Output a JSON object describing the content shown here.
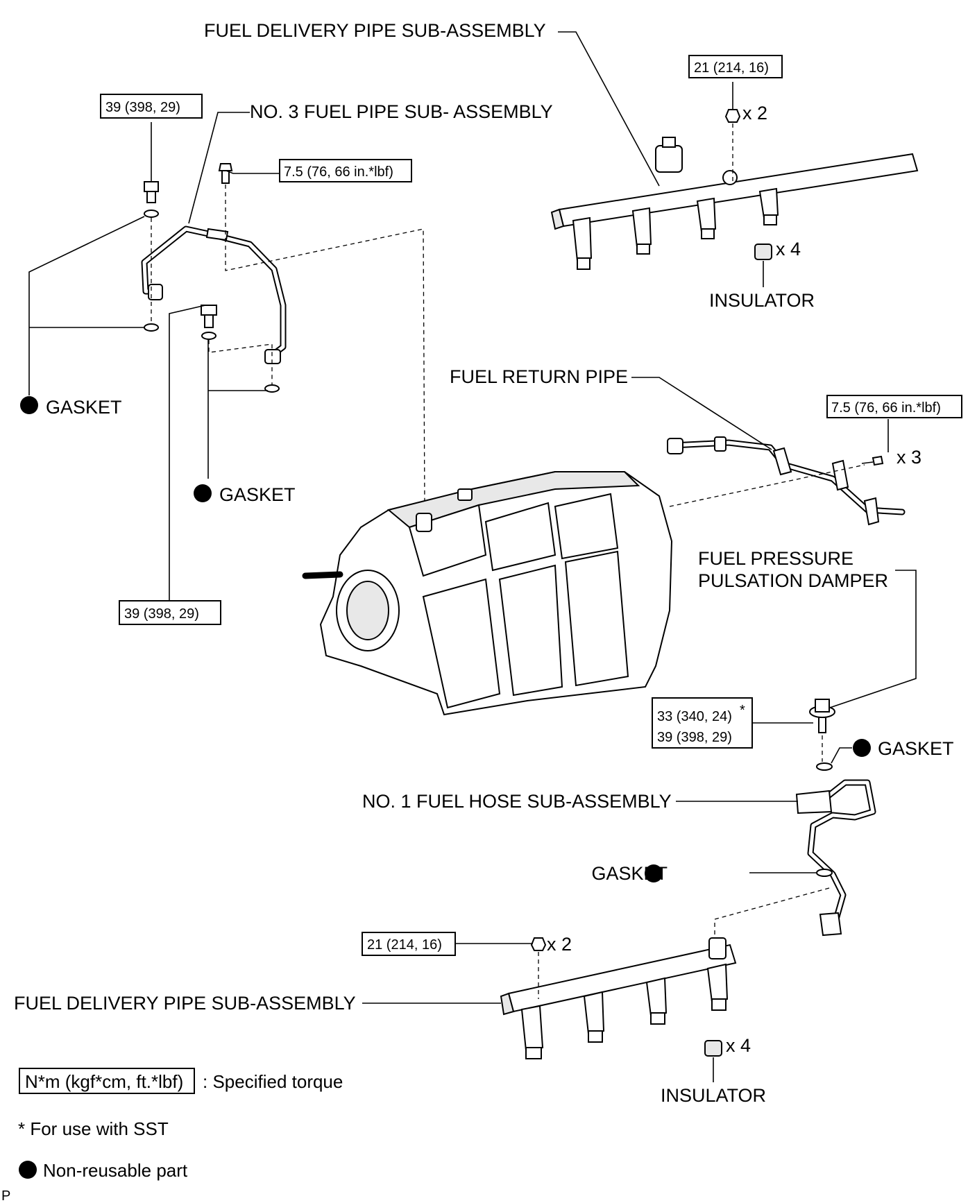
{
  "labels": {
    "fuel_delivery_pipe_top": "FUEL DELIVERY PIPE SUB-ASSEMBLY",
    "no3_fuel_pipe": "NO. 3 FUEL PIPE SUB- ASSEMBLY",
    "insulator_top": "INSULATOR",
    "insulator_top_qty": "x 4",
    "nut_top_qty": "x 2",
    "gasket_left": "GASKET",
    "gasket_mid": "GASKET",
    "fuel_return_pipe": "FUEL RETURN PIPE",
    "return_bolt_qty": "x 3",
    "pulsation_damper_1": "FUEL PRESSURE",
    "pulsation_damper_2": "PULSATION DAMPER",
    "gasket_right": "GASKET",
    "no1_fuel_hose": "NO. 1 FUEL HOSE SUB-ASSEMBLY",
    "gasket_lower": "GASKET",
    "nut_bottom_qty": "x 2",
    "fuel_delivery_pipe_bottom": "FUEL DELIVERY PIPE SUB-ASSEMBLY",
    "insulator_bottom": "INSULATOR",
    "insulator_bottom_qty": "x 4",
    "corner_mark": "P"
  },
  "torques": {
    "top_nut": "21 (214, 16)",
    "left_bolt_top": "39 (398, 29)",
    "no3_pipe_bolt": "7.5 (76, 66 in.*lbf)",
    "left_bolt_bottom": "39 (398, 29)",
    "return_pipe_bolt": "7.5 (76, 66 in.*lbf)",
    "damper_sst": "33 (340, 24)",
    "damper_sst_mark": "*",
    "damper_normal": "39 (398, 29)",
    "bottom_nut": "21 (214, 16)"
  },
  "legend": {
    "torque_unit": "N*m (kgf*cm, ft.*lbf)",
    "torque_desc": ": Specified torque",
    "sst_note": "* For use with SST",
    "nonreusable": "Non-reusable part"
  }
}
